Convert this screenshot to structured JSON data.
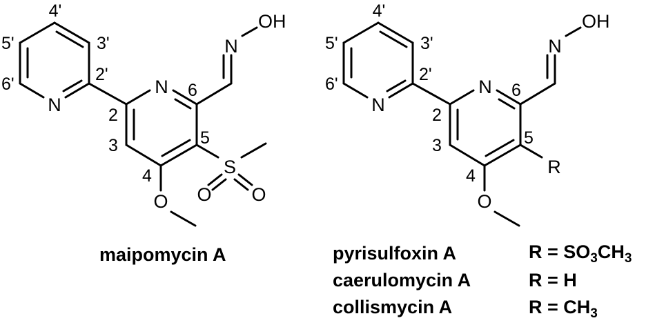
{
  "figure": {
    "molecule_left": {
      "name": "maipomycin A",
      "substituent_at_5": "SO2CH3",
      "atom_labels": {
        "pyridine_N": "N",
        "core_N": "N",
        "oxime_N": "N",
        "oxime_OH": "OH",
        "sulfur": "S",
        "sulfonyl_O1": "O",
        "sulfonyl_O2": "O",
        "methoxy_O": "O"
      },
      "position_numbers": [
        "4'",
        "5'",
        "3'",
        "2'",
        "6'",
        "6",
        "2",
        "5",
        "3",
        "4"
      ]
    },
    "molecule_right": {
      "atom_labels": {
        "pyridine_N": "N",
        "core_N": "N",
        "oxime_N": "N",
        "oxime_OH": "OH",
        "R_group": "R",
        "methoxy_O": "O"
      },
      "position_numbers": [
        "4'",
        "5'",
        "3'",
        "2'",
        "6'",
        "6",
        "2",
        "5",
        "3",
        "4"
      ]
    },
    "compounds": [
      {
        "name": "pyrisulfoxin A",
        "r_prefix": "R = ",
        "r_parts": [
          "SO",
          "3",
          "CH",
          "3"
        ]
      },
      {
        "name": "caerulomycin A",
        "r_prefix": "R = ",
        "r_parts": [
          "H"
        ]
      },
      {
        "name": "collismycin A",
        "r_prefix": "R = ",
        "r_parts": [
          "CH",
          "3"
        ]
      }
    ]
  }
}
